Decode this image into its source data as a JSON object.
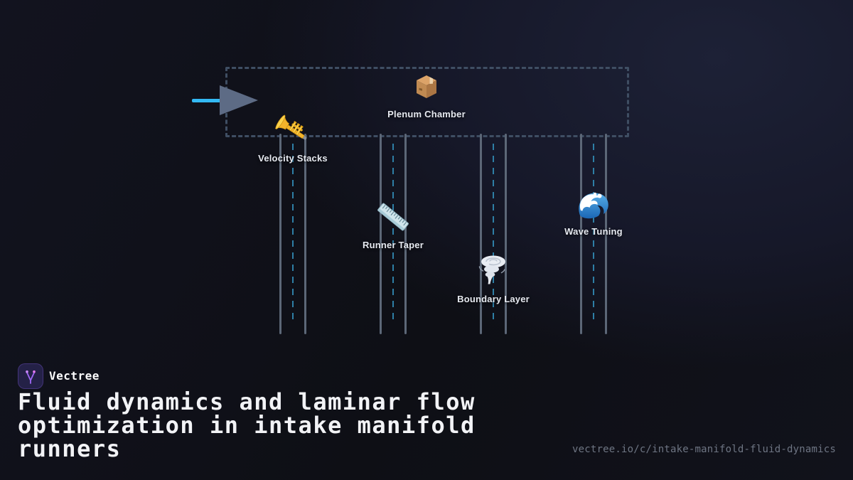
{
  "diagram": {
    "plenum": {
      "label": "Plenum Chamber",
      "icon": "package-icon"
    },
    "flow_arrow": {
      "icon": "flow-arrow-icon"
    },
    "runners": [
      {
        "label": "Velocity Stacks",
        "icon": "trumpet-icon"
      },
      {
        "label": "Runner Taper",
        "icon": "ruler-icon"
      },
      {
        "label": "Boundary Layer",
        "icon": "tornado-icon"
      },
      {
        "label": "Wave Tuning",
        "icon": "wave-icon"
      }
    ]
  },
  "footer": {
    "logo_icon": "vectree-logo-icon",
    "brand": "Vectree",
    "title": "Fluid dynamics and laminar flow optimization in intake manifold runners",
    "url": "vectree.io/c/intake-manifold-fluid-dynamics"
  },
  "theme": {
    "background_dark": "#0e0f15",
    "background_navy": "#1d2136",
    "flow_accent_cyan": "#33b9f4",
    "runner_dash_teal": "#2e7fa6",
    "structure_slate": "#5c6777",
    "plenum_border": "#3f4e63",
    "label_text": "#e6e9f0",
    "title_text": "#f2f3f6",
    "url_text": "#6e7583",
    "logo_purple": "#a06cf6",
    "logo_bg": "#242147"
  }
}
